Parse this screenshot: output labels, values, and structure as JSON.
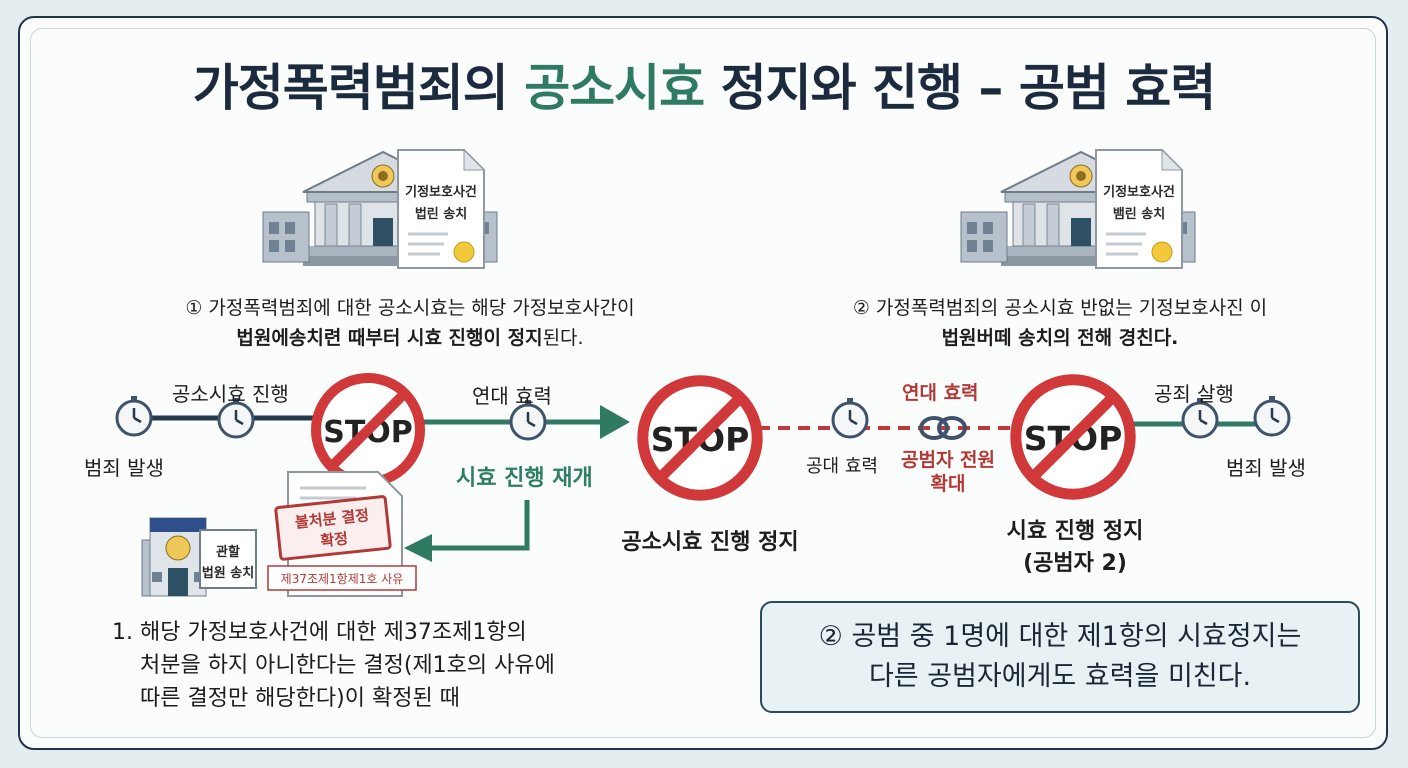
{
  "title": {
    "part1": "가정폭력범죄의 ",
    "highlight": "공소시효",
    "part2": " 정지와 진행 – 공범 효력"
  },
  "left_section": {
    "doc_text_1": "기정보호사건",
    "doc_text_2": "법린 송치",
    "para_line1": "① 가정폭력범죄에 대한 공소시효는 해당 가정보호사간이",
    "para_line2_bold": "법원에송치련 때부터 시효 진행이 정지",
    "para_line2_rest": "된다."
  },
  "right_section": {
    "doc_text_1": "기정보호사건",
    "doc_text_2": "뱀린 송치",
    "para_line1": "② 가정폭력범죄의 공소시효 반없는 기정보호사진 이",
    "para_line2_bold": "법원버떼 송치의 전해 경친다."
  },
  "timeline": {
    "start_label": "범죄 발생",
    "progress_label": "공소시효 진행",
    "link_label": "연대 효력",
    "resume_label": "시효 진행 재개",
    "stop_text": "STOP",
    "stop_caption": "공소시효 진행 정지",
    "joint_label": "연대 효력",
    "joint_left_label": "공대 효력",
    "joint_extend_line1": "공범자 전원",
    "joint_extend_line2": "확대",
    "right_stop_caption_line1": "시효 진행 정지",
    "right_stop_caption_line2": "(공범자 2)",
    "right_progress_label": "공죄 살행",
    "right_end_label": "범죄 발생"
  },
  "bottom_left": {
    "stamp_line1": "볼처분 결정",
    "stamp_line2": "확정",
    "doc_tag": "제37조제1항제1호 사유",
    "police_sign_1": "관할",
    "police_sign_2": "법원 송치",
    "list_line1": "1. 해당 가정보호사건에 대한 제37조제1항의",
    "list_line2": "처분을 하지 아니한다는 결정(제1호의 사유에",
    "list_line3": "따른 결정만 해당한다)이 확정된 때"
  },
  "callout": {
    "line1": "② 공범 중 1명에 대한 제1항의 시효정지는",
    "line2": "다른 공범자에게도 효력을 미친다."
  },
  "colors": {
    "navy": "#24384f",
    "green": "#2f7a62",
    "red": "#d0383a",
    "dark_red": "#b23a36"
  }
}
